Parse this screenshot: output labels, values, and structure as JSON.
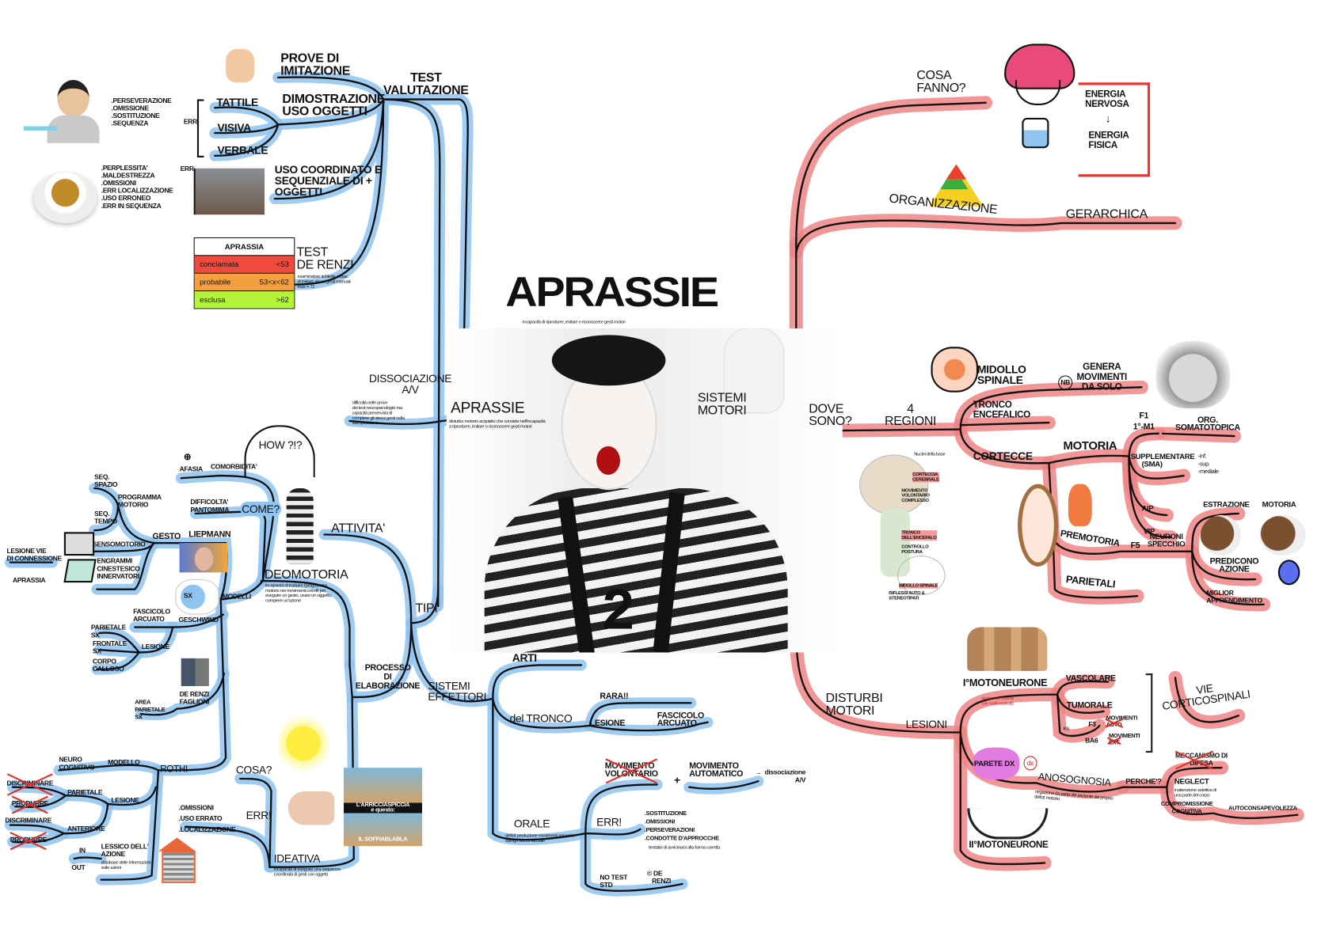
{
  "title": "APRASSIE",
  "subtitle": "incapacità di riprodurre, imitare o riconoscere gesti motori",
  "center_number": "2",
  "colors": {
    "blue_branch": "#8fc3f0",
    "red_branch": "#f08585",
    "ink": "#111111"
  },
  "valutazione": {
    "test": "TEST\nVALUTAZIONE",
    "prove": "PROVE di\nIMITAZIONE",
    "dimostrazione": "DIMOSTRAZIONE\nUSO OGGETTI",
    "tattile": "TATTILE",
    "visiva": "VISIVA",
    "verbale": "VERBALE",
    "err1": "ERR",
    "err2": "ERR",
    "errors1": ".PERSEVERAZIONE\n.OMISSIONE\n.SOSTITUZIONE\n.SEQUENZA",
    "errors2": ".PERPLESSITA'\n.MALDESTREZZA\n.OMISSIONI\n.ERR LOCALIZZAZIONE\n.USO ERRONEO\n.ERR in SEQUENZA",
    "uso_coordinato": "USO COORDINATO e\nSEQUENZIALE di +\nOGGETTI",
    "test_renzi": "TEST\nDE RENZI",
    "renzi_note": "esaminatore richiede al paz.\ndi imitare alcuni gesti manuali\nmax = 72",
    "table": {
      "header": "APRASSIA",
      "rows": [
        {
          "label": "conclamata",
          "range": "<53",
          "color": "#f04a3e"
        },
        {
          "label": "probabile",
          "range": "53<x<62",
          "color": "#f5a040"
        },
        {
          "label": "esclusa",
          "range": ">62",
          "color": "#b5f23a"
        }
      ]
    }
  },
  "aprassie_branch": {
    "label": "APRASSIE",
    "note": "disturbo motorio acquisito che consiste nell'incapacità\na riprodurre, imitare o riconoscere gesti motori",
    "dissociazione": "DISSOCIAZIONE\nA/V",
    "dissociazione_note": "difficoltà nelle prove\ndei test neuropsicologici ma\ncapacità preservata di\ncompiere gli stessi gesti nella\nvita quotidiana"
  },
  "tipi": {
    "label": "TIPI",
    "attivita": "ATTIVITA'",
    "processo": "PROCESSO\ndi\nELABORAZIONE",
    "sistemi_effettori": "SISTEMI\nEFFETTORI",
    "how": "HOW ?!?",
    "afasia": "AFASIA",
    "plus": "⊕",
    "comorbidita": "COMORBIDITA'",
    "difficolta": "DIFFICOLTA'\nPANTOMIMA",
    "come": "COME?",
    "ideomotoria": "IDEOMOTORIA",
    "ideomotoria_note": "incapacità di tradurre l'programma\nmotorio nei movimenti corretti per\neseguire un gesto, usare un oggetto,\ncompiere un'azione",
    "modelli": "MODELLI",
    "gesto": "GESTO",
    "liepmann": "LIEPMANN",
    "seq_spazio": "SEQ.\nSPAZIO",
    "seq_tempo": "SEQ.\nTEMPO",
    "programma": "PROGRAMMA\nMOTORIO",
    "sensomotorio": "SENSOMOTORIO",
    "engrammi": "ENGRAMMI\nCINESTESICO\nINNERVATORI",
    "lesione_vie": "LESIONE VIE\ndi CONNESSIONE",
    "aprassia": "APRASSIA",
    "geschwind": "GESCHWIND",
    "fascicolo": "FASCICOLO\nARCUATO",
    "parietale_sx": "PARIETALE\nSX",
    "frontale_sx": "FRONTALE\nSX",
    "corpo_calloso": "CORPO\nCALLOSO",
    "lesione": "LESIONE",
    "de_renzi": "DE RENZI\nFAGLIONI",
    "area_parietale": "AREA\nPARIETALE\nSX",
    "sx": "SX"
  },
  "rothi": {
    "label": "ROTHI",
    "modello": "MODELLO",
    "neuro": "NEURO\nCOGNITIVO",
    "lesione": "LESIONE",
    "parietale": "PARIETALE",
    "anteriore": "ANTERIORE",
    "discriminare1": "DISCRIMINARE",
    "produrre1": "PRODURRE",
    "discriminare2": "DISCRIMINARE",
    "produrre2": "PRODURRE",
    "lessico": "LESSICO dell'\nAZIONE",
    "in": "IN",
    "out": "OUT",
    "lessico_note": "database delle informazioni\nsulle azioni"
  },
  "ideativa": {
    "label": "IDEATIVA",
    "cosa": "COSA?",
    "err": "ERR!",
    "errors": ".OMISSIONI\n.USO ERRATO\n.LOCALIZZAZIONE",
    "note": "incapacità di eseguire una sequenza\ncoordinata di gesti con oggetti",
    "meme_top": "L'ARRICCIASPICCIA\ne questo:",
    "meme_bottom": "IL SOFFIABLABLA"
  },
  "effettori": {
    "arti": "ARTI",
    "tronco": "del TRONCO",
    "rara": "RARA!!",
    "lesione": "LESIONE",
    "fascicolo": "FASCICOLO\nARCUATO",
    "orale": "ORALE",
    "orale_note": "deficit produzione movimenti apparato\nfaringo bucco facciale",
    "mov_volontario": "MOVIMENTO\nVOLONTARIO",
    "plus": "+",
    "mov_automatico": "MOVIMENTO\nAUTOMATICO",
    "dissociazione": "→  dissociazione\nA/V",
    "err": "ERR!",
    "errors": ".SOSTITUZIONE\n.OMISSIONI\n.PERSEVERAZIONI\n.CONDOTTE D'APPROCCHE",
    "errors_note": "tentativi di avvicinarsi alla forma corretta",
    "no_test": "NO TEST\nSTD",
    "de_renzi": "© DE\n   RENZI"
  },
  "sistemi_motori": {
    "label": "SISTEMI\nMOTORI",
    "cosa_fanno": "COSA\nFANNO?",
    "energia_nervosa": "ENERGIA\nNERVOSA",
    "arrow": "↓",
    "energia_fisica": "ENERGIA\nFISICA",
    "organizzazione": "ORGANIZZAZIONE",
    "gerarchica": "GERARCHICA",
    "dove_sono": "DOVE\nSONO?",
    "regioni": "4\nREGIONI",
    "midollo": "MIDOLLO\nSPINALE",
    "nb": "Nb",
    "genera": "GENERA\nMOVIMENTI\nDA SOLO",
    "tronco": "TRONCO\nENCEFALICO",
    "cortecce": "CORTECCE",
    "motoria": "MOTORIA",
    "f1": "F1\n1°-M1",
    "somatotopica": "ORG.\nSOMATOTOPICA",
    "supplementare": "SUPPLEMENTARE\n      (SMA)",
    "sma_sub": "-inf.\n-sup.\n-mediale",
    "aip": "AIP",
    "vip": "VIP",
    "premotoria": "PREMOTORIA",
    "f5": "F5",
    "specchio": "NEURONI\nSPECCHIO",
    "estrazione": "ESTRAZIONE",
    "motoria2": "MOTORIA",
    "predicono": "PREDICONO\nAZIONE",
    "apprendimento": "MIGLIOR\nAPPRENDIMENTO",
    "parietali": "PARIETALI",
    "brain_labels": {
      "nuclei": "Nuclei della base",
      "corteccia": "CORTECCIA\nCEREBRALE",
      "movimento": "MOVIMENTO\nVOLONTARIO\nCOMPLESSO",
      "tronco": "TRONCO\nDELL'ENCEFALO",
      "controllo": "CONTROLLO\nPOSTURA",
      "midollo": "MIDOLLO SPINALE",
      "riflessi": "RIFLESSI AUTO &\nSTEREOTIPATI"
    }
  },
  "disturbi": {
    "label": "DISTURBI\nMOTORI",
    "lesioni": "LESIONI",
    "primo": "I°MOTONEURONE",
    "primo_note": "gruppo di muscoli\n(vie corticospinali)",
    "vascolare": "VASCOLARE",
    "tumorale": "TUMORALE",
    "es": "es",
    "f3": "F3",
    "mov_auto": "MOVIMENTI\nAUTO",
    "ba6": "BA6",
    "mov_ext": "MOVIMENTI\nEXT",
    "vie": "VIE\nCORTICOSPINALI",
    "parete": "PARETE DX",
    "dx": "dx",
    "anosognosia": "ANOSOGNOSIA",
    "anosognosia_note": "negazione da parte del paziente del proprio\ndeficit motorio",
    "perche": "PERCHE'?",
    "meccanismo": "MECCANISMO di\nDIFESA",
    "neglect": "NEGLECT",
    "neglect_note": "inattenzione selettiva di\nuna parte del corpo",
    "compromissione": "COMPROMISSIONE\nCOGNITIVA",
    "autoconsapevolezza": "AUTOCONSAPEVOLEZZA",
    "secondo": "II°MOTONEURONE"
  }
}
